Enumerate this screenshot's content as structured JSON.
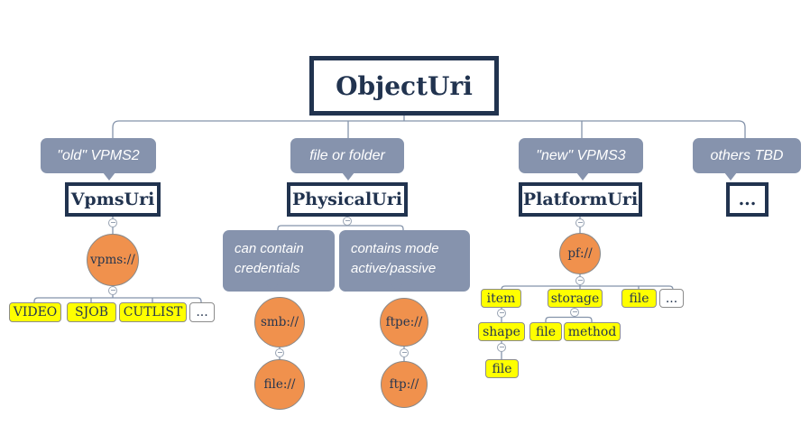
{
  "colors": {
    "node_border_navy": "#21334f",
    "callout_bg": "#8693ad",
    "connector_line": "#8493aa",
    "scheme_circle_fill": "#f0914d",
    "scheme_circle_border": "#898989",
    "leaf_fill": "#ffff00",
    "leaf_border": "#8c8c8c",
    "background": "#ffffff"
  },
  "diagram": {
    "root": {
      "label": "ObjectUri"
    },
    "vpms_branch": {
      "callout": "\"old\" VPMS2",
      "node": "VpmsUri",
      "scheme": "vpms://",
      "leaves": [
        "VIDEO",
        "SJOB",
        "CUTLIST",
        "..."
      ]
    },
    "physical_branch": {
      "callout": "file or folder",
      "node": "PhysicalUri",
      "notes": [
        "can contain\ncredentials",
        "contains mode\nactive/passive"
      ],
      "smb": {
        "scheme": "smb://",
        "child": "file://"
      },
      "ftpe": {
        "scheme": "ftpe://",
        "child": "ftp://"
      }
    },
    "platform_branch": {
      "callout": "\"new\" VPMS3",
      "node": "PlatformUri",
      "scheme": "pf://",
      "leaves": [
        "item",
        "storage",
        "file",
        "..."
      ],
      "item_children": [
        "shape"
      ],
      "storage_children": [
        "file",
        "method"
      ],
      "shape_children": [
        "file"
      ]
    },
    "others_branch": {
      "callout": "others TBD",
      "node": "..."
    }
  }
}
